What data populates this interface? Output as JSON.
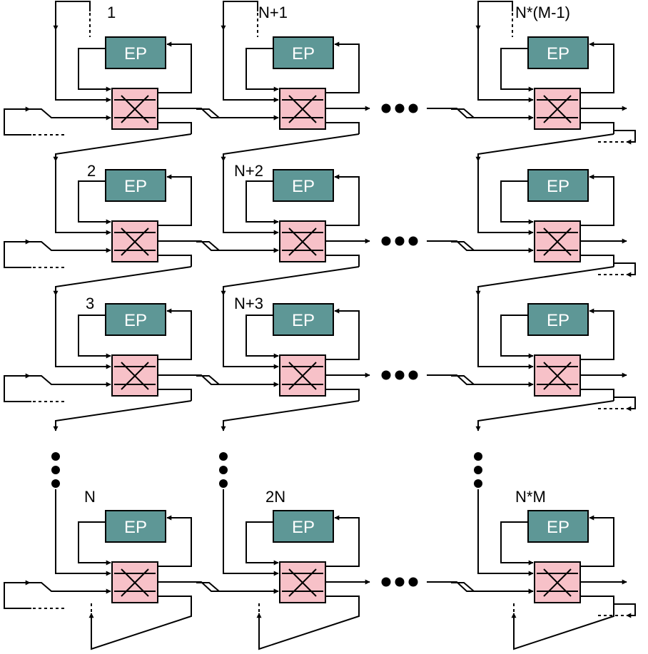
{
  "node_label": "EP",
  "column_labels": [
    [
      "1",
      "2",
      "3",
      "N"
    ],
    [
      "N+1",
      "N+2",
      "N+3",
      "2N"
    ],
    [
      "N*(M-1)",
      "",
      "",
      "N*M"
    ]
  ],
  "colors": {
    "endpoint_fill": "#5e9796",
    "switch_fill": "#f7c1c8",
    "line": "#000000"
  }
}
